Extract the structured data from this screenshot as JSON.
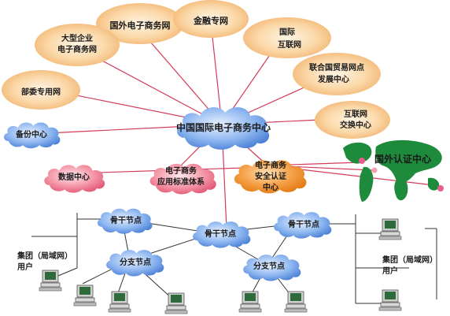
{
  "nodes": {
    "intl_network": "国外电子商务网",
    "finance_network": "金融专网",
    "large_enterprise_1": "大型企业",
    "large_enterprise_2": "电子商务网",
    "internet_1": "国际",
    "internet_2": "互联网",
    "ministry_network": "部委专用网",
    "un_trade_point_1": "联合国贸易网点",
    "un_trade_point_2": "发展中心",
    "center": "中国国际电子商务中心",
    "exchange_1": "互联网",
    "exchange_2": "交换中心",
    "backup_center": "备份中心",
    "foreign_center": "国外认证中心",
    "data_center": "数据中心",
    "app_std_1": "电子商务",
    "app_std_2": "应用标准体系",
    "security_1": "电子商务",
    "security_2": "安全认证",
    "security_3": "中心",
    "backbone_left": "骨干节点",
    "backbone_center": "骨干节点",
    "backbone_right": "骨干节点",
    "branch_left": "分支节点",
    "branch_right": "分支节点",
    "group_left_1": "集团（局域网）",
    "group_left_2": "用户",
    "group_right_1": "集团（局域网）",
    "group_right_2": "用户"
  },
  "colors": {
    "cloud_orange": "#f6c183",
    "cloud_blue": "#6a9be6",
    "cloud_pink": "#f07088",
    "cloud_security": "#f08a1e",
    "line_red": "#d23c5a",
    "line_dark": "#333333",
    "map_green": "#1e8a3c",
    "map_water": "#ffffff"
  },
  "icons": [
    "computer-icon",
    "world-map-icon"
  ]
}
